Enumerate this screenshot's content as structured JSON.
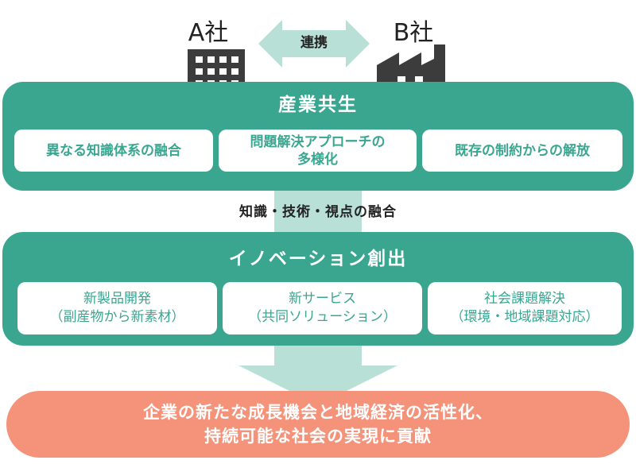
{
  "companies": {
    "a": {
      "label": "A社",
      "icon": "office-building-icon"
    },
    "b": {
      "label": "B社",
      "icon": "factory-icon"
    }
  },
  "link_label": "連携",
  "symbiosis": {
    "title": "産業共生",
    "items": [
      "異なる知識体系の融合",
      "問題解決アプローチの",
      "多様化",
      "既存の制約からの解放"
    ]
  },
  "fusion_label": "知識・技術・視点の融合",
  "innovation": {
    "title": "イノベーション創出",
    "items": [
      {
        "line1": "新製品開発",
        "line2": "（副産物から新素材）"
      },
      {
        "line1": "新サービス",
        "line2": "（共同ソリューション）"
      },
      {
        "line1": "社会課題解決",
        "line2": "（環境・地域課題対応）"
      }
    ]
  },
  "result": {
    "line1": "企業の新たな成長機会と地域経済の活性化、",
    "line2": "持続可能な社会の実現に貢献"
  },
  "colors": {
    "teal": "#3aa690",
    "light_teal": "#b8e0d6",
    "coral": "#f5937a",
    "dark_icon": "#3c3c3c"
  }
}
